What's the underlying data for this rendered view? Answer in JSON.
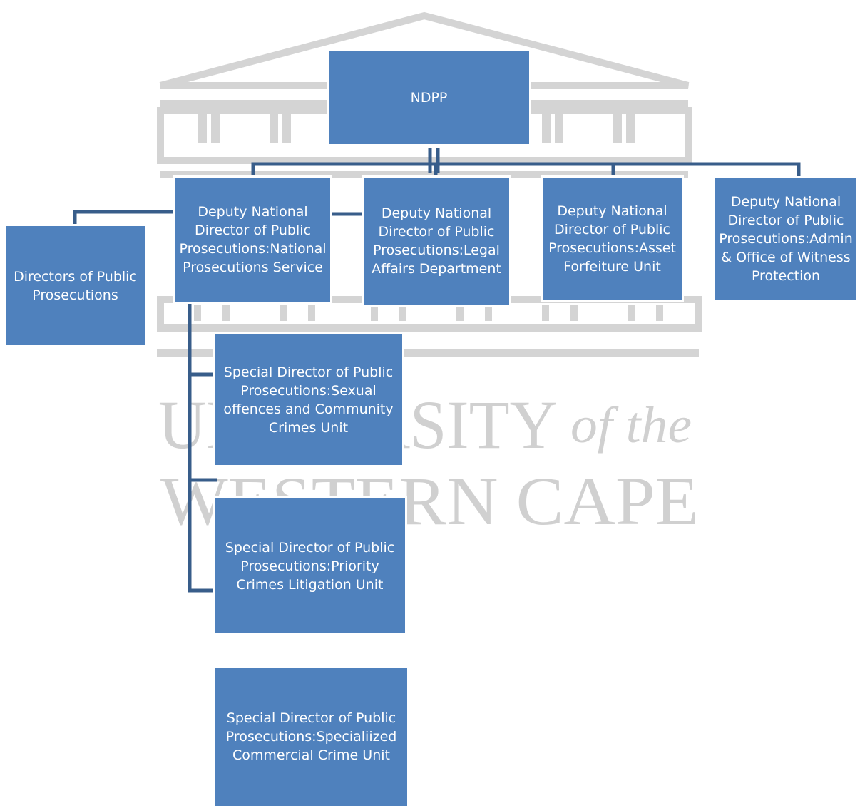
{
  "diagram": {
    "nodes": {
      "ndpp": "NDPP",
      "dnpp_nps": "Deputy National Director of Public Prosecutions:National Prosecutions Service",
      "dnpp_legal": "Deputy National Director of Public Prosecutions:Legal Affairs Department",
      "dnpp_afu": "Deputy National Director of Public Prosecutions:Asset Forfeiture Unit",
      "dnpp_admin": "Deputy National Director of Public Prosecutions:Admin & Office of Witness Protection",
      "dpp": "Directors of Public Prosecutions",
      "sdpp_socc": "Special Director of Public Prosecutions:Sexual offences and Community Crimes Unit",
      "sdpp_pcl": "Special Director of Public Prosecutions:Priority Crimes Litigation Unit",
      "sdpp_scc": "Special Director of Public Prosecutions:Specialiized Commercial Crime Unit"
    },
    "colors": {
      "box": "#4f81bd",
      "line": "#385d8a",
      "text": "#ffffff"
    }
  },
  "watermark": {
    "line1": "UNIVERSITY",
    "line1_suffix": "of the",
    "line2": "WESTERN CAPE",
    "logo_icon": "university-building-icon"
  }
}
